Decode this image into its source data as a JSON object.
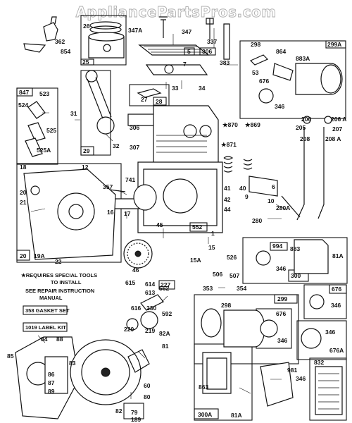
{
  "watermark": "AppliancePartsPros.com",
  "notes": {
    "special_tools": "★REQUIRES SPECIAL TOOLS",
    "to_install": "TO INSTALL",
    "see_repair": "SEE REPAIR INSTRUCTION",
    "manual": "MANUAL",
    "gasket_set": "358 GASKET SET",
    "label_kit": "1019 LABEL KIT"
  },
  "part_labels": [
    {
      "id": "362",
      "text": "362"
    },
    {
      "id": "854",
      "text": "854"
    },
    {
      "id": "26",
      "text": "26"
    },
    {
      "id": "25",
      "text": "25"
    },
    {
      "id": "347A",
      "text": "347A"
    },
    {
      "id": "347",
      "text": "347"
    },
    {
      "id": "337",
      "text": "337"
    },
    {
      "id": "306-top",
      "text": "306"
    },
    {
      "id": "5",
      "text": "5"
    },
    {
      "id": "7",
      "text": "7"
    },
    {
      "id": "383",
      "text": "383"
    },
    {
      "id": "298-top",
      "text": "298"
    },
    {
      "id": "864",
      "text": "864"
    },
    {
      "id": "299A",
      "text": "299A"
    },
    {
      "id": "883A",
      "text": "883A"
    },
    {
      "id": "53",
      "text": "53"
    },
    {
      "id": "676-top",
      "text": "676"
    },
    {
      "id": "346-top",
      "text": "346"
    },
    {
      "id": "847",
      "text": "847"
    },
    {
      "id": "523",
      "text": "523"
    },
    {
      "id": "524",
      "text": "524"
    },
    {
      "id": "525",
      "text": "525"
    },
    {
      "id": "525A",
      "text": "525A"
    },
    {
      "id": "31",
      "text": "31"
    },
    {
      "id": "27",
      "text": "27"
    },
    {
      "id": "28",
      "text": "28"
    },
    {
      "id": "33",
      "text": "33"
    },
    {
      "id": "34",
      "text": "34"
    },
    {
      "id": "29",
      "text": "29"
    },
    {
      "id": "32",
      "text": "32"
    },
    {
      "id": "306-mid",
      "text": "306"
    },
    {
      "id": "307",
      "text": "307"
    },
    {
      "id": "870",
      "text": "★870"
    },
    {
      "id": "869",
      "text": "★869"
    },
    {
      "id": "871",
      "text": "★871"
    },
    {
      "id": "206",
      "text": "206"
    },
    {
      "id": "206A",
      "text": "206 A"
    },
    {
      "id": "205",
      "text": "205"
    },
    {
      "id": "207",
      "text": "207"
    },
    {
      "id": "208",
      "text": "208"
    },
    {
      "id": "208A",
      "text": "208 A"
    },
    {
      "id": "18",
      "text": "18"
    },
    {
      "id": "12",
      "text": "12"
    },
    {
      "id": "20a",
      "text": "20"
    },
    {
      "id": "21",
      "text": "21"
    },
    {
      "id": "20b",
      "text": "20"
    },
    {
      "id": "19A",
      "text": "19A"
    },
    {
      "id": "22",
      "text": "22"
    },
    {
      "id": "357",
      "text": "357"
    },
    {
      "id": "741",
      "text": "741"
    },
    {
      "id": "16",
      "text": "16"
    },
    {
      "id": "17",
      "text": "17"
    },
    {
      "id": "41",
      "text": "41"
    },
    {
      "id": "40",
      "text": "40"
    },
    {
      "id": "9",
      "text": "9"
    },
    {
      "id": "10",
      "text": "10"
    },
    {
      "id": "6",
      "text": "6"
    },
    {
      "id": "42",
      "text": "42"
    },
    {
      "id": "44",
      "text": "44"
    },
    {
      "id": "280A",
      "text": "280A"
    },
    {
      "id": "280",
      "text": "280"
    },
    {
      "id": "45",
      "text": "45"
    },
    {
      "id": "552",
      "text": "552"
    },
    {
      "id": "1",
      "text": "1"
    },
    {
      "id": "15",
      "text": "15"
    },
    {
      "id": "15A",
      "text": "15A"
    },
    {
      "id": "526",
      "text": "526"
    },
    {
      "id": "994",
      "text": "994"
    },
    {
      "id": "883",
      "text": "883"
    },
    {
      "id": "81A",
      "text": "81A"
    },
    {
      "id": "346-mid",
      "text": "346"
    },
    {
      "id": "300",
      "text": "300"
    },
    {
      "id": "46",
      "text": "46"
    },
    {
      "id": "506",
      "text": "506"
    },
    {
      "id": "507",
      "text": "507"
    },
    {
      "id": "353",
      "text": "353"
    },
    {
      "id": "354",
      "text": "354"
    },
    {
      "id": "615",
      "text": "615"
    },
    {
      "id": "614",
      "text": "614"
    },
    {
      "id": "613",
      "text": "613"
    },
    {
      "id": "562",
      "text": "562"
    },
    {
      "id": "227",
      "text": "227"
    },
    {
      "id": "616",
      "text": "616"
    },
    {
      "id": "230",
      "text": "230"
    },
    {
      "id": "592",
      "text": "592"
    },
    {
      "id": "299",
      "text": "299"
    },
    {
      "id": "298-bot",
      "text": "298"
    },
    {
      "id": "676-mid",
      "text": "676"
    },
    {
      "id": "346-r1",
      "text": "346"
    },
    {
      "id": "676-bot",
      "text": "676"
    },
    {
      "id": "346-r2",
      "text": "346"
    },
    {
      "id": "346-r3",
      "text": "346"
    },
    {
      "id": "676A",
      "text": "676A"
    },
    {
      "id": "220",
      "text": "220"
    },
    {
      "id": "219",
      "text": "219"
    },
    {
      "id": "82A",
      "text": "82A"
    },
    {
      "id": "81",
      "text": "81"
    },
    {
      "id": "84",
      "text": "84"
    },
    {
      "id": "88",
      "text": "88"
    },
    {
      "id": "85",
      "text": "85"
    },
    {
      "id": "83",
      "text": "83"
    },
    {
      "id": "86",
      "text": "86"
    },
    {
      "id": "87",
      "text": "87"
    },
    {
      "id": "89",
      "text": "89"
    },
    {
      "id": "60",
      "text": "60"
    },
    {
      "id": "80",
      "text": "80"
    },
    {
      "id": "82",
      "text": "82"
    },
    {
      "id": "79",
      "text": "79"
    },
    {
      "id": "189",
      "text": "189"
    },
    {
      "id": "863",
      "text": "863"
    },
    {
      "id": "300A",
      "text": "300A"
    },
    {
      "id": "81A-bot",
      "text": "81A"
    },
    {
      "id": "981",
      "text": "981"
    },
    {
      "id": "346-bot",
      "text": "346"
    },
    {
      "id": "832",
      "text": "832"
    }
  ]
}
